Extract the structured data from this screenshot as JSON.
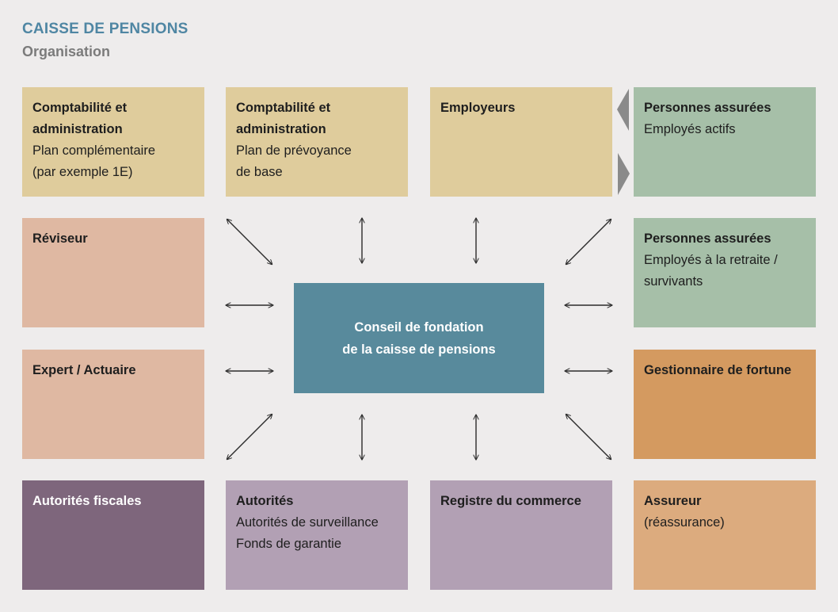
{
  "header": {
    "title": "CAISSE DE PENSIONS",
    "subtitle": "Organisation"
  },
  "center": {
    "line1": "Conseil de fondation",
    "line2": "de la caisse de pensions"
  },
  "boxes": {
    "compta_comp": {
      "head1": "Comptabilité et",
      "head2": "administration",
      "body1": "Plan complémentaire",
      "body2": "(par exemple 1E)"
    },
    "compta_base": {
      "head1": "Comptabilité et",
      "head2": "administration",
      "body1": "Plan de prévoyance",
      "body2": "de base"
    },
    "employeurs": {
      "head1": "Employeurs"
    },
    "assures_actifs": {
      "head1": "Personnes assurées",
      "body1": "Employés actifs"
    },
    "reviseur": {
      "head1": "Réviseur"
    },
    "assures_retraite": {
      "head1": "Personnes assurées",
      "body1": "Employés à la retraite /",
      "body2": "survivants"
    },
    "expert": {
      "head1": "Expert / Actuaire"
    },
    "gestionnaire": {
      "head1": "Gestionnaire de fortune"
    },
    "fiscales": {
      "head1": "Autorités fiscales"
    },
    "autorites": {
      "head1": "Autorités",
      "body1": "Autorités de surveillance",
      "body2": "Fonds de garantie"
    },
    "registre": {
      "head1": "Registre du commerce"
    },
    "assureur": {
      "head1": "Assureur",
      "body1": "(réassurance)"
    }
  },
  "colors": {
    "title": "#4f86a3",
    "center": "#588a9c",
    "tan": "#dfcc9c",
    "salmon": "#dfb8a2",
    "green": "#a6bfa8",
    "orange": "#d49a60",
    "peach": "#dcab7e",
    "purple": "#7e667c",
    "lavender": "#b2a0b4"
  }
}
